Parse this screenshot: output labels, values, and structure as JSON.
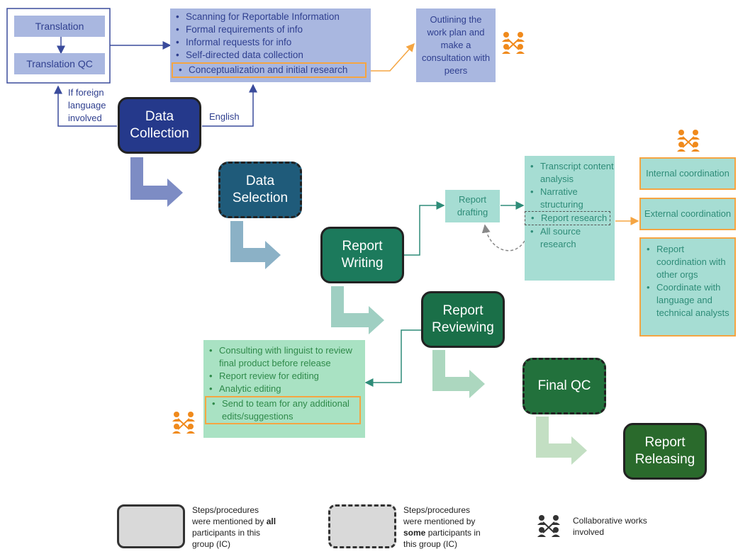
{
  "translation": {
    "box1": "Translation",
    "box2": "Translation QC",
    "condition_label": "If foreign language involved",
    "english_label": "English"
  },
  "collection_activities": [
    "Scanning for Reportable Information",
    "Formal requirements of info",
    "Informal requests for info",
    "Self-directed data collection",
    "Conceptualization and initial research"
  ],
  "workplan_box": "Outlining the work plan and make a consultation with peers",
  "steps": {
    "data_collection": "Data Collection",
    "data_selection": "Data Selection",
    "report_writing": "Report Writing",
    "report_reviewing": "Report Reviewing",
    "final_qc": "Final QC",
    "report_releasing": "Report Releasing"
  },
  "report_drafting": "Report drafting",
  "writing_activities": [
    "Transcript content analysis",
    "Narrative structuring",
    "Report research",
    "All source research"
  ],
  "coordination": {
    "internal": "Internal coordination",
    "external": "External coordination",
    "list": [
      "Report coordination with other orgs",
      "Coordinate with language and technical analysts"
    ]
  },
  "review_activities": [
    "Consulting with linguist to review final product before release",
    "Report review for editing",
    "Analytic editing",
    "Send to team for any additional edits/suggestions"
  ],
  "legend": {
    "all": {
      "text_a": "Steps/procedures were mentioned by ",
      "bold": "all",
      "text_b": " participants in this group (IC)"
    },
    "some": {
      "text_a": "Steps/procedures were mentioned by ",
      "bold": "some",
      "text_b": " participants in this group (IC)"
    },
    "collab": "Collaborative works involved"
  },
  "colors": {
    "step1": "#25398b",
    "step2": "#1f5b7a",
    "step3": "#1c7a5c",
    "step4": "#1a6f48",
    "step5": "#22713c",
    "step6": "#2a6a2c",
    "collab_icon": "#f08a1c"
  },
  "icons": [
    "collaboration-icon",
    "bullet-icon",
    "arrow-icon"
  ]
}
